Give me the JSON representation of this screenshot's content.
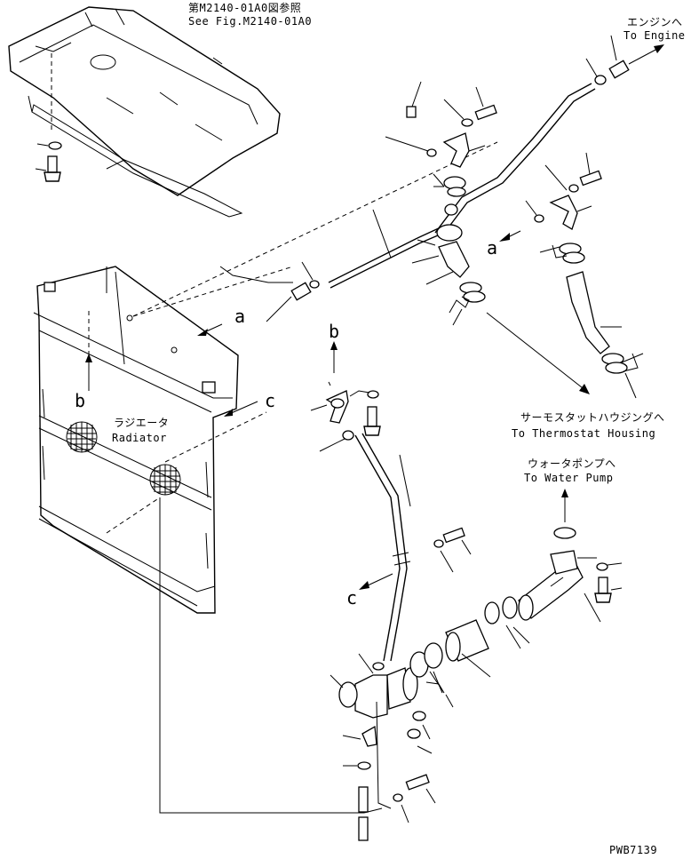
{
  "references": {
    "upper_jp": "第M2140-01A0図参照",
    "upper_en": "See Fig.M2140-01A0",
    "engine_jp": "エンジンへ",
    "engine_en": "To Engine",
    "radiator_jp": "ラジエータ",
    "radiator_en": "Radiator",
    "thermostat_jp": "サーモスタットハウジングへ",
    "thermostat_en": "To Thermostat Housing",
    "pump_jp": "ウォータポンプへ",
    "pump_en": "To Water Pump"
  },
  "callouts": {
    "a1": "a",
    "a2": "a",
    "b1": "b",
    "b2": "b",
    "c1": "c",
    "c2": "c"
  },
  "figure_id": "PWB7139"
}
